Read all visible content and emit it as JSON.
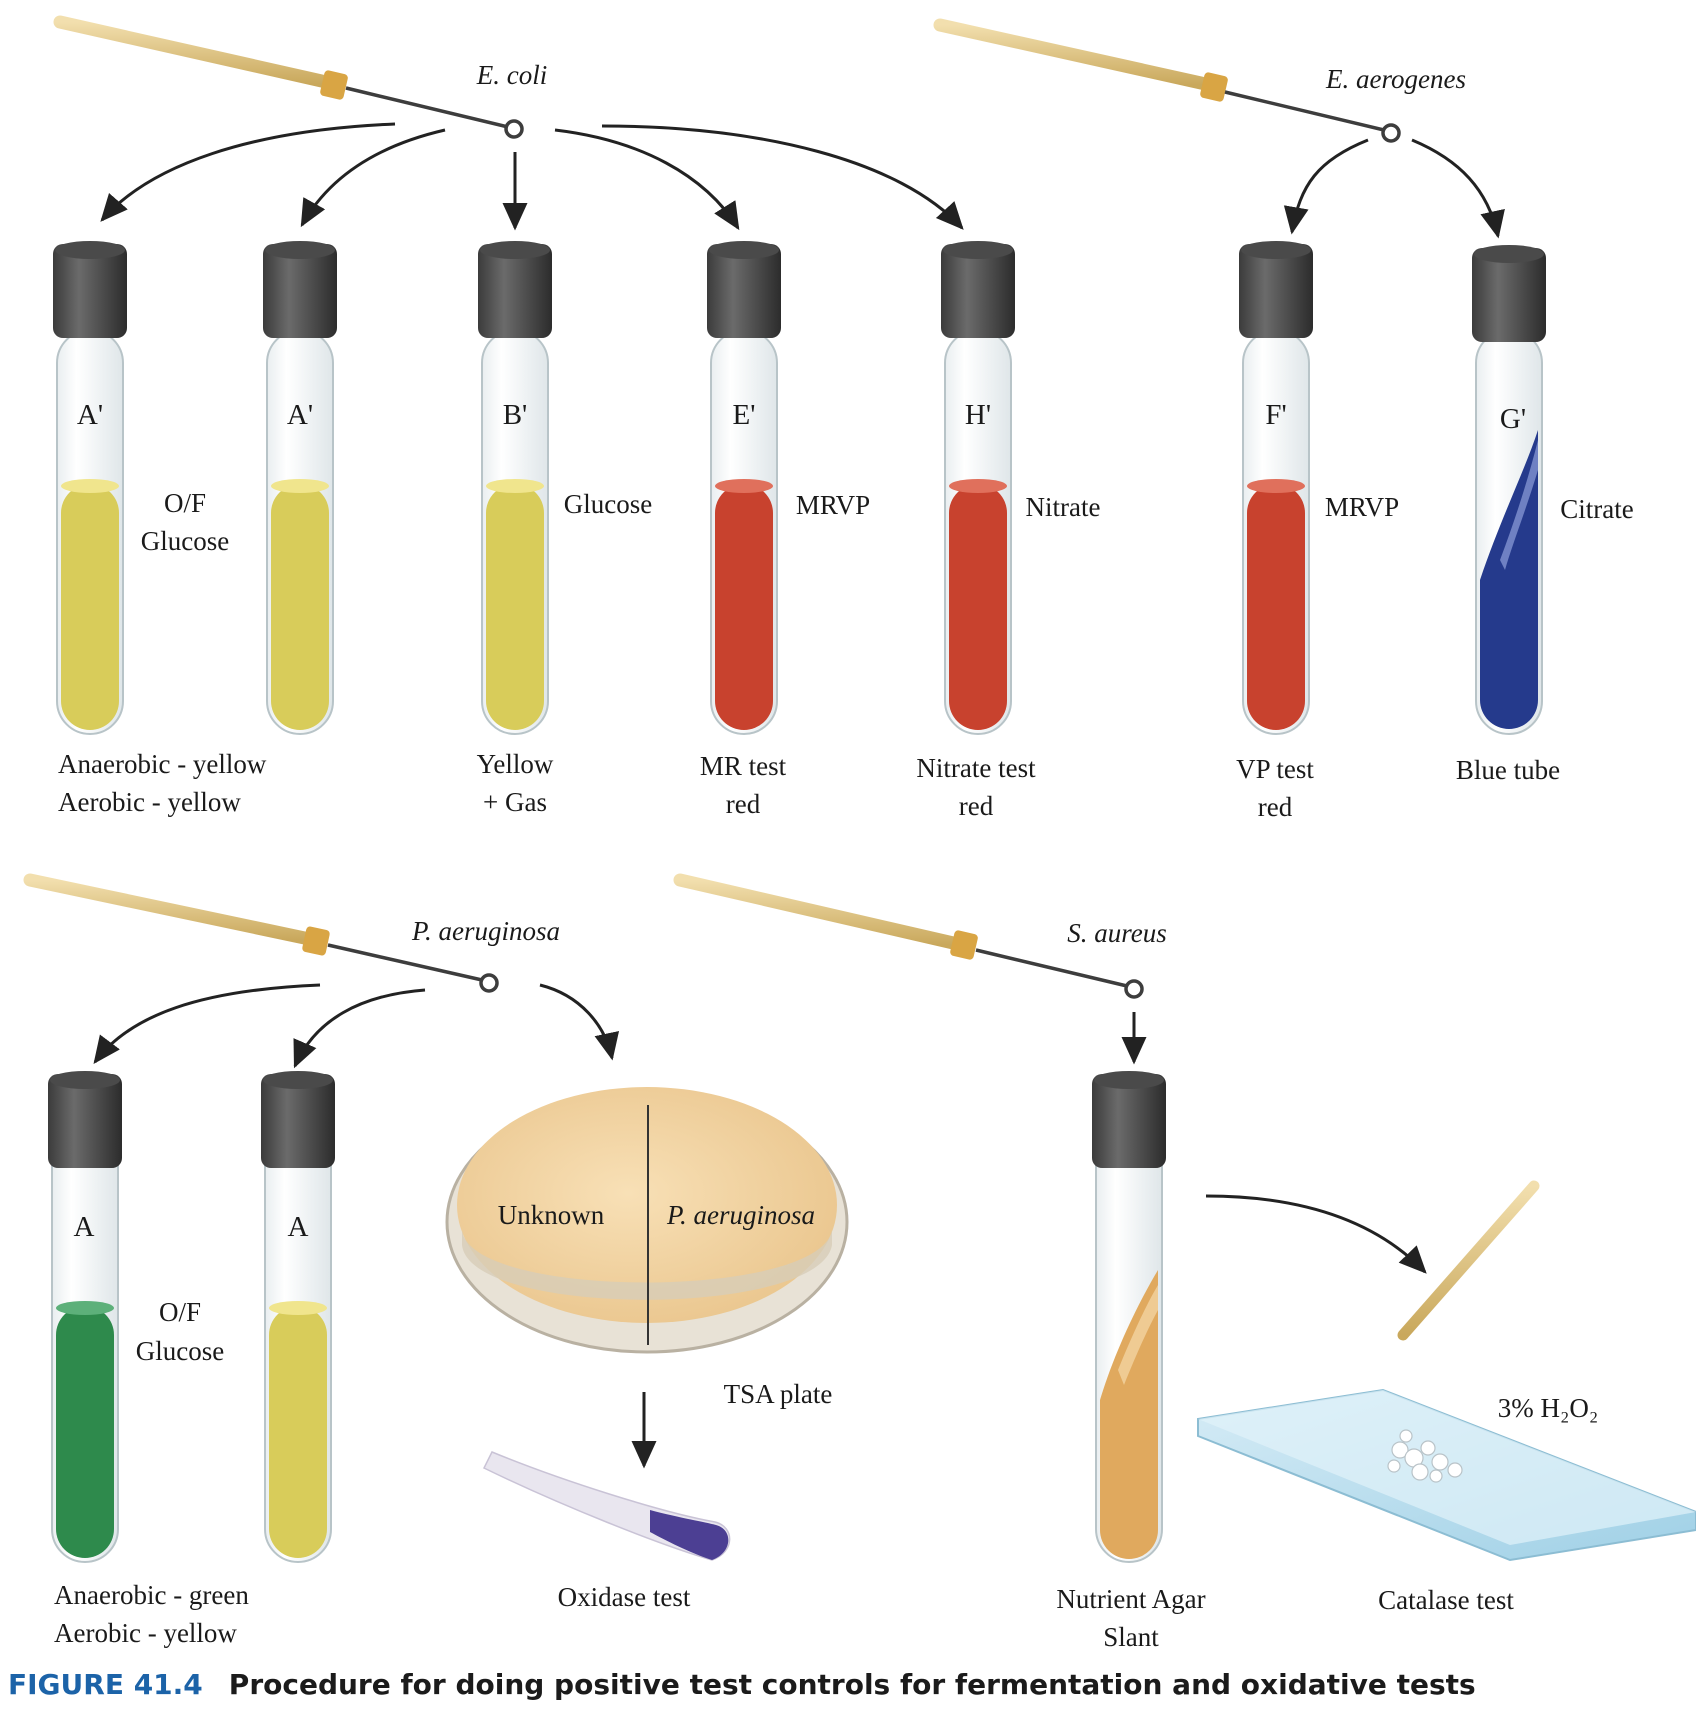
{
  "figure": {
    "number": "FIGURE 41.4",
    "caption": "Procedure for doing positive test controls for fermentation and oxidative tests"
  },
  "organisms": {
    "ecoli": "E. coli",
    "eaerogenes": "E. aerogenes",
    "paeruginosa": "P. aeruginosa",
    "saureus": "S. aureus"
  },
  "top_tubes": [
    {
      "id": "A'",
      "medium_line1": "O/F",
      "medium_line2": "Glucose",
      "result_line1": "Anaerobic - yellow",
      "result_line2": "Aerobic - yellow",
      "color": "#d8cc5a"
    },
    {
      "id": "A'",
      "color": "#d8cc5a"
    },
    {
      "id": "B'",
      "medium_line1": "Glucose",
      "result_line1": "Yellow",
      "result_line2": "+ Gas",
      "color": "#d8cc5a"
    },
    {
      "id": "E'",
      "medium_line1": "MRVP",
      "result_line1": "MR test",
      "result_line2": "red",
      "color": "#c8422e"
    },
    {
      "id": "H'",
      "medium_line1": "Nitrate",
      "result_line1": "Nitrate test",
      "result_line2": "red",
      "color": "#c8422e"
    },
    {
      "id": "F'",
      "medium_line1": "MRVP",
      "result_line1": "VP test",
      "result_line2": "red",
      "color": "#c8422e"
    },
    {
      "id": "G'",
      "medium_line1": "Citrate",
      "result_line1": "Blue tube",
      "color": "#253a8c"
    }
  ],
  "bottom": {
    "tube_a1": {
      "id": "A",
      "medium_line1": "O/F",
      "medium_line2": "Glucose",
      "result_line1": "Anaerobic - green",
      "result_line2": "Aerobic - yellow",
      "color": "#2e8a4c"
    },
    "tube_a2": {
      "id": "A",
      "color": "#d8cc5a"
    },
    "plate": {
      "left_label": "Unknown",
      "right_label": "P. aeruginosa",
      "name": "TSA plate"
    },
    "oxidase": "Oxidase test",
    "slant": {
      "result_line1": "Nutrient Agar",
      "result_line2": "Slant",
      "color": "#e0a95e"
    },
    "catalase": {
      "reagent": "3% H₂O₂",
      "name": "Catalase test"
    }
  }
}
